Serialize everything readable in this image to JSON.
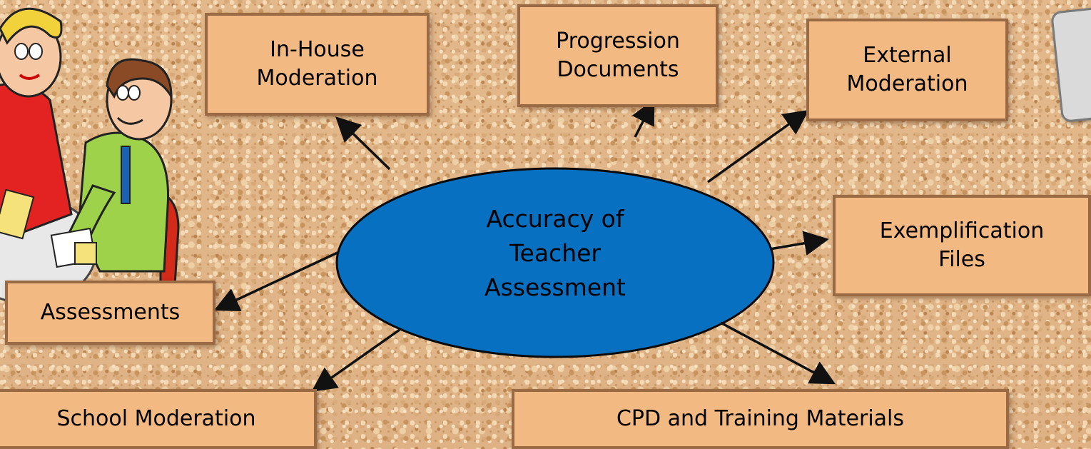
{
  "colors": {
    "box_fill": "#f3b983",
    "box_border": "#9a6a45",
    "ellipse_fill": "#0870c0",
    "arrow": "#111111",
    "background": "#e3b98c"
  },
  "center": {
    "label": "Accuracy of\nTeacher\nAssessment"
  },
  "nodes": {
    "in_house": "In-House\nModeration",
    "progression": "Progression\nDocuments",
    "external": "External\nModeration",
    "exemplification": "Exemplification\nFiles",
    "assessments": "Assessments",
    "school_moderation": "School Moderation",
    "cpd": "CPD and Training Materials"
  },
  "illustration": {
    "name": "teachers-cartoon"
  }
}
